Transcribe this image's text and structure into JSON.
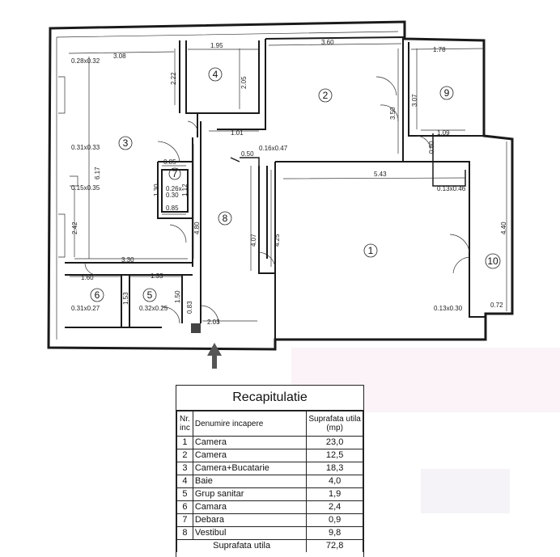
{
  "plan": {
    "rooms": [
      {
        "id": "1",
        "label": "1"
      },
      {
        "id": "2",
        "label": "2"
      },
      {
        "id": "3",
        "label": "3"
      },
      {
        "id": "4",
        "label": "4"
      },
      {
        "id": "5",
        "label": "5"
      },
      {
        "id": "6",
        "label": "6"
      },
      {
        "id": "7",
        "label": "7"
      },
      {
        "id": "8",
        "label": "8"
      },
      {
        "id": "9",
        "label": "9"
      },
      {
        "id": "10",
        "label": "10"
      }
    ],
    "dimensions": {
      "d_0_28x0_32": "0.28x0.32",
      "d_3_08": "3.08",
      "d_1_95": "1.95",
      "d_3_60": "3.60",
      "d_1_78": "1.78",
      "d_2_22": "2.22",
      "d_2_05": "2.05",
      "d_3_50": "3.50",
      "d_3_07": "3.07",
      "d_1_01": "1.01",
      "d_1_09": "1.09",
      "d_0_31x0_33": "0.31x0.33",
      "d_6_17": "6.17",
      "d_0_85a": "0.85",
      "d_0_50": "0.50",
      "d_0_16x0_47": "0.16x0.47",
      "d_0_80": "0.80",
      "d_5_43": "5.43",
      "d_0_15x0_35": "0.15x0.35",
      "d_1_30": "1.30",
      "d_0_26x": "0.26x",
      "d_0_30": "0.30",
      "d_1_12": "1.12",
      "d_0_13x0_46": "0.13x0.46",
      "d_0_85b": "0.85",
      "d_2_42": "2.42",
      "d_4_80": "4.80",
      "d_4_07": "4.07",
      "d_4_25": "4.25",
      "d_4_40": "4.40",
      "d_3_30": "3.30",
      "d_1_60": "1.60",
      "d_1_33": "1.33",
      "d_1_53": "1.53",
      "d_1_50": "1.50",
      "d_0_31x0_27": "0.31x0.27",
      "d_0_32x0_25": "0.32x0.25",
      "d_0_83": "0.83",
      "d_2_03": "2.03",
      "d_0_13x0_30": "0.13x0.30",
      "d_0_72": "0.72"
    },
    "entrance_icon": "arrow-up-icon"
  },
  "recap": {
    "title": "Recapitulatie",
    "headers": {
      "nr": "Nr. inc",
      "name": "Denumire incapere",
      "area": "Suprafata utila (mp)"
    },
    "rows": [
      {
        "nr": "1",
        "name": "Camera",
        "area": "23,0"
      },
      {
        "nr": "2",
        "name": "Camera",
        "area": "12,5"
      },
      {
        "nr": "3",
        "name": "Camera+Bucatarie",
        "area": "18,3"
      },
      {
        "nr": "4",
        "name": "Baie",
        "area": "4,0"
      },
      {
        "nr": "5",
        "name": "Grup sanitar",
        "area": "1,9"
      },
      {
        "nr": "6",
        "name": "Camara",
        "area": "2,4"
      },
      {
        "nr": "7",
        "name": "Debara",
        "area": "0,9"
      },
      {
        "nr": "8",
        "name": "Vestibul",
        "area": "9,8"
      }
    ],
    "total": {
      "label": "Suprafata utila",
      "area": "72,8"
    }
  },
  "colors": {
    "line": "#1a1a1a",
    "background": "#ffffff"
  }
}
